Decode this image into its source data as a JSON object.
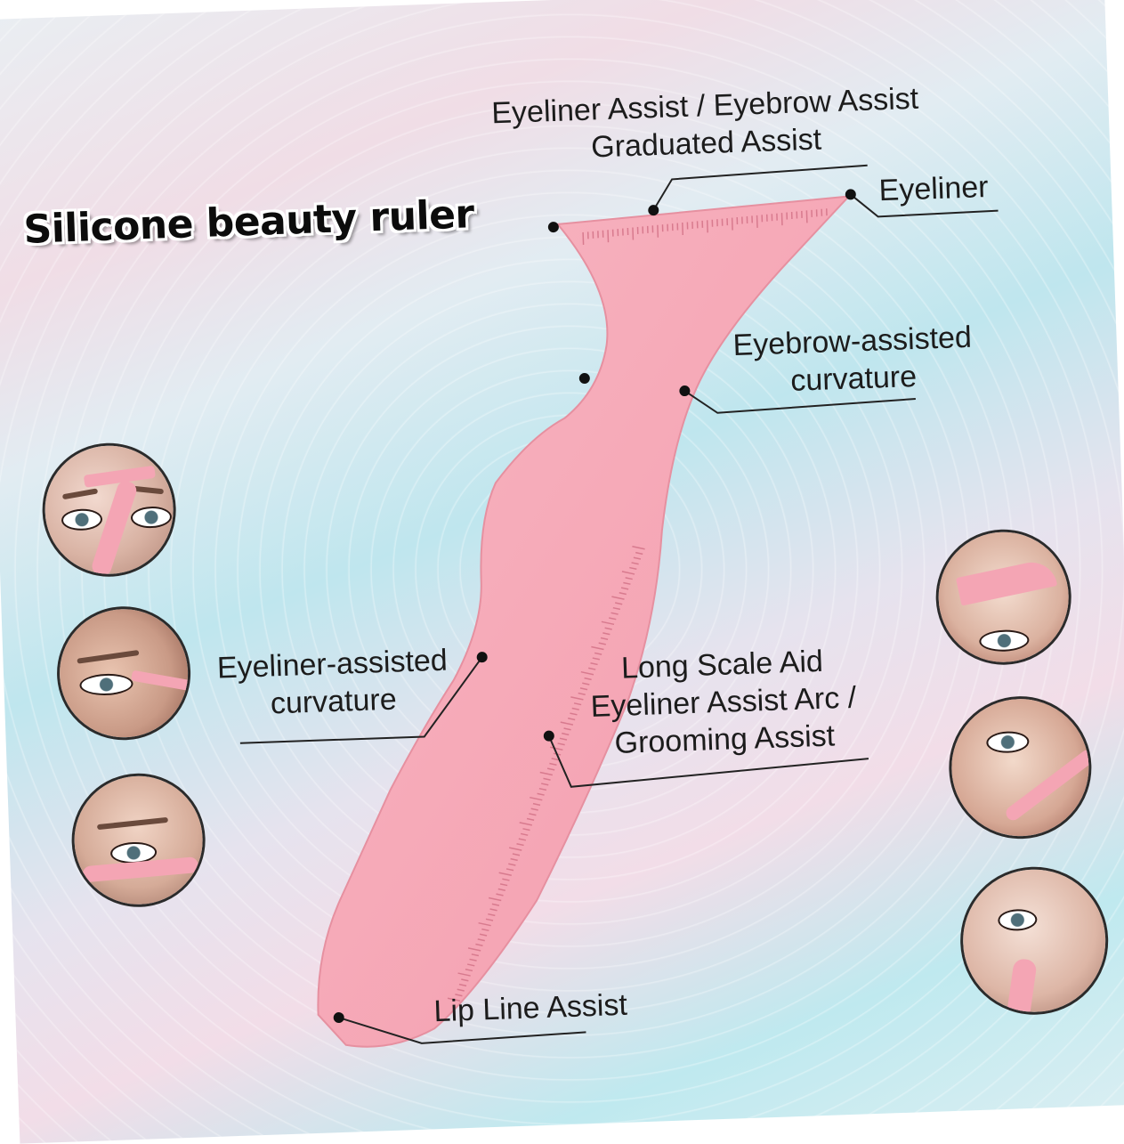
{
  "title": "Silicone beauty ruler",
  "labels": {
    "top_line1": "Eyeliner Assist / Eyebrow Assist",
    "top_line2": "Graduated Assist",
    "eyeliner": "Eyeliner",
    "eyebrow_line1": "Eyebrow-assisted",
    "eyebrow_line2": "curvature",
    "eyeliner_curve_line1": "Eyeliner-assisted",
    "eyeliner_curve_line2": "curvature",
    "long_line1": "Long Scale Aid",
    "long_line2": "Eyeliner Assist Arc /",
    "long_line3": "Grooming Assist",
    "lip": "Lip Line Assist"
  },
  "colors": {
    "ruler_pink": "#f5a9b7",
    "ruler_shadow": "#e48b9c",
    "text": "#1c1c1c",
    "pointer_line": "#222222"
  },
  "photos": [
    {
      "name": "left-photo-1",
      "subject": "eye with ruler"
    },
    {
      "name": "left-photo-2",
      "subject": "eyeliner application"
    },
    {
      "name": "left-photo-3",
      "subject": "lower eye ruler"
    },
    {
      "name": "right-photo-1",
      "subject": "eyebrow ruler"
    },
    {
      "name": "right-photo-2",
      "subject": "cheek contour ruler"
    },
    {
      "name": "right-photo-3",
      "subject": "lip line ruler"
    }
  ]
}
